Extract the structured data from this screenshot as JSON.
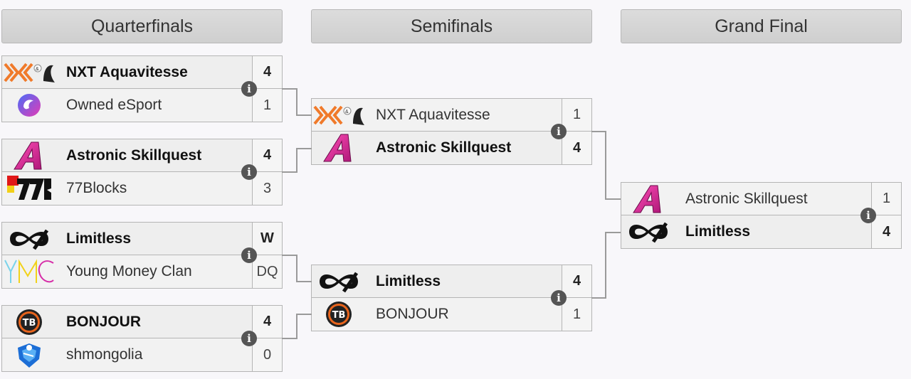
{
  "rounds": [
    {
      "title": "Quarterfinals"
    },
    {
      "title": "Semifinals"
    },
    {
      "title": "Grand Final"
    }
  ],
  "matches": {
    "qf1": {
      "top": {
        "name": "NXT Aquavitesse",
        "score": "4",
        "winner": true,
        "logo": "nxt-aquavitesse-logo"
      },
      "bottom": {
        "name": "Owned eSport",
        "score": "1",
        "winner": false,
        "logo": "owned-esport-logo"
      }
    },
    "qf2": {
      "top": {
        "name": "Astronic Skillquest",
        "score": "4",
        "winner": true,
        "logo": "astronic-logo"
      },
      "bottom": {
        "name": "77Blocks",
        "score": "3",
        "winner": false,
        "logo": "77blocks-logo"
      }
    },
    "qf3": {
      "top": {
        "name": "Limitless",
        "score": "W",
        "winner": true,
        "logo": "limitless-logo"
      },
      "bottom": {
        "name": "Young Money Clan",
        "score": "DQ",
        "winner": false,
        "logo": "ymc-logo"
      }
    },
    "qf4": {
      "top": {
        "name": "BONJOUR",
        "score": "4",
        "winner": true,
        "logo": "bonjour-logo"
      },
      "bottom": {
        "name": "shmongolia",
        "score": "0",
        "winner": false,
        "logo": "shmongolia-logo"
      }
    },
    "sf1": {
      "top": {
        "name": "NXT Aquavitesse",
        "score": "1",
        "winner": false,
        "logo": "nxt-aquavitesse-logo"
      },
      "bottom": {
        "name": "Astronic Skillquest",
        "score": "4",
        "winner": true,
        "logo": "astronic-logo"
      }
    },
    "sf2": {
      "top": {
        "name": "Limitless",
        "score": "4",
        "winner": true,
        "logo": "limitless-logo"
      },
      "bottom": {
        "name": "BONJOUR",
        "score": "1",
        "winner": false,
        "logo": "bonjour-logo"
      }
    },
    "gf": {
      "top": {
        "name": "Astronic Skillquest",
        "score": "1",
        "winner": false,
        "logo": "astronic-logo"
      },
      "bottom": {
        "name": "Limitless",
        "score": "4",
        "winner": true,
        "logo": "limitless-logo"
      }
    }
  },
  "info_icon": "info-icon",
  "colors": {
    "header_bg": "#d3d3d3",
    "row_bg": "#f2f2f2",
    "border": "#b5b5b5",
    "connector": "#9a9a9a",
    "info_icon": "#555555"
  }
}
